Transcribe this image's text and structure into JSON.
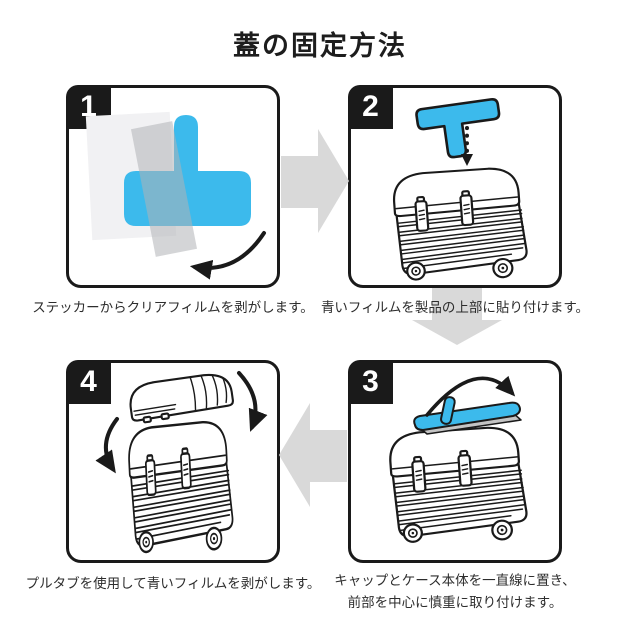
{
  "title": "蓋の固定方法",
  "colors": {
    "accent": "#3CBAEC",
    "flow_arrow": "#D9D9D9",
    "line": "#1A1A1A"
  },
  "steps": [
    {
      "number": "1",
      "caption_lines": [
        "ステッカーからクリアフィルムを剥がします。"
      ]
    },
    {
      "number": "2",
      "caption_lines": [
        "青いフィルムを製品の上部に貼り付けます。"
      ]
    },
    {
      "number": "3",
      "caption_lines": [
        "キャップとケース本体を一直線に置き、",
        "前部を中心に慎重に取り付けます。"
      ]
    },
    {
      "number": "4",
      "caption_lines": [
        "プルタブを使用して青いフィルムを剥がします。"
      ]
    }
  ]
}
